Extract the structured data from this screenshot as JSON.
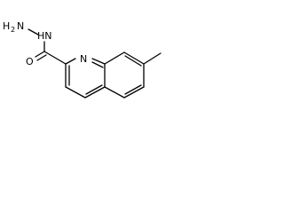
{
  "molecule": {
    "atom_labels": {
      "hydrazide_terminal": "H",
      "hydrazide_terminal_count": "2",
      "hydrazide_terminal_n": "N",
      "hydrazide_nh": "HN",
      "carbonyl_o": "O",
      "ring_n": "N"
    }
  }
}
